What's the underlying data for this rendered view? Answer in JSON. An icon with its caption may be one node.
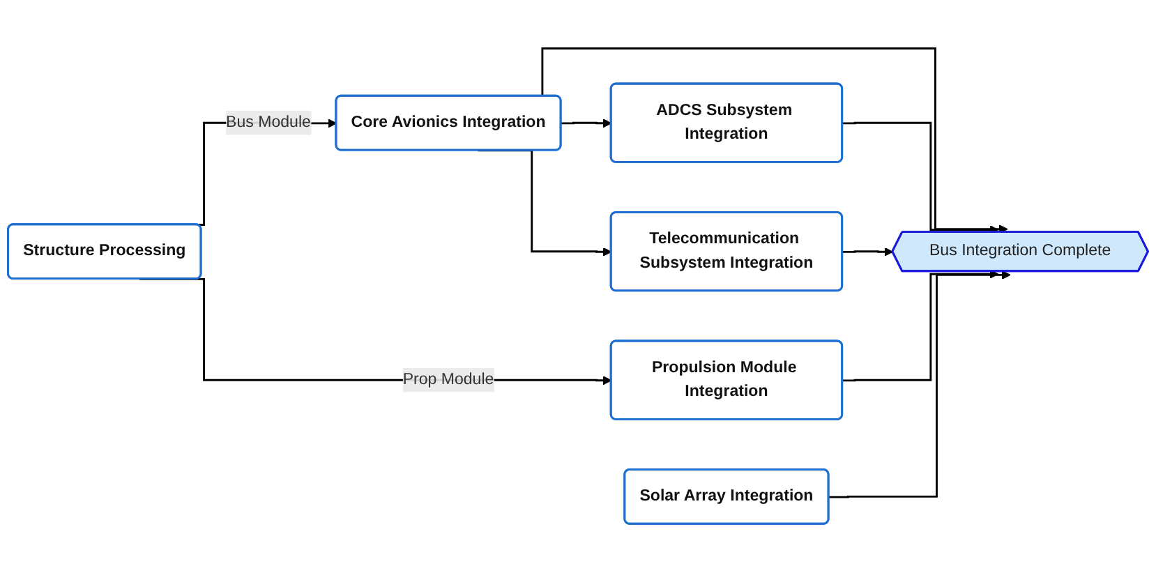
{
  "diagram": {
    "nodes": [
      {
        "text": [
          "Structure Processing"
        ]
      },
      {
        "text": [
          "Core Avionics Integration"
        ]
      },
      {
        "text": [
          "ADCS Subsystem Integration"
        ]
      },
      {
        "text": [
          "Telecommunication Subsystem Integration"
        ]
      },
      {
        "text": [
          "Propulsion Module Integration"
        ]
      },
      {
        "text": [
          "Solar Array Integration"
        ]
      },
      {
        "text": [
          "Bus Integration Complete"
        ]
      }
    ],
    "edges": [
      {
        "from": 0,
        "to": 1,
        "arrow": "to",
        "label": "Bus Module"
      },
      {
        "from": 0,
        "to": 4,
        "arrow": "to",
        "label": "Prop Module"
      },
      {
        "from": 1,
        "to": 2,
        "arrow": "to"
      },
      {
        "from": 1,
        "to": 3,
        "arrow": "to"
      },
      {
        "from": 1,
        "to": 6,
        "arrow": "to"
      },
      {
        "from": 2,
        "to": 6,
        "arrow": "to"
      },
      {
        "from": 3,
        "to": 6,
        "arrow": "to"
      },
      {
        "from": 4,
        "to": 6,
        "arrow": "to"
      },
      {
        "from": 5,
        "to": 6,
        "arrow": "to"
      }
    ]
  }
}
